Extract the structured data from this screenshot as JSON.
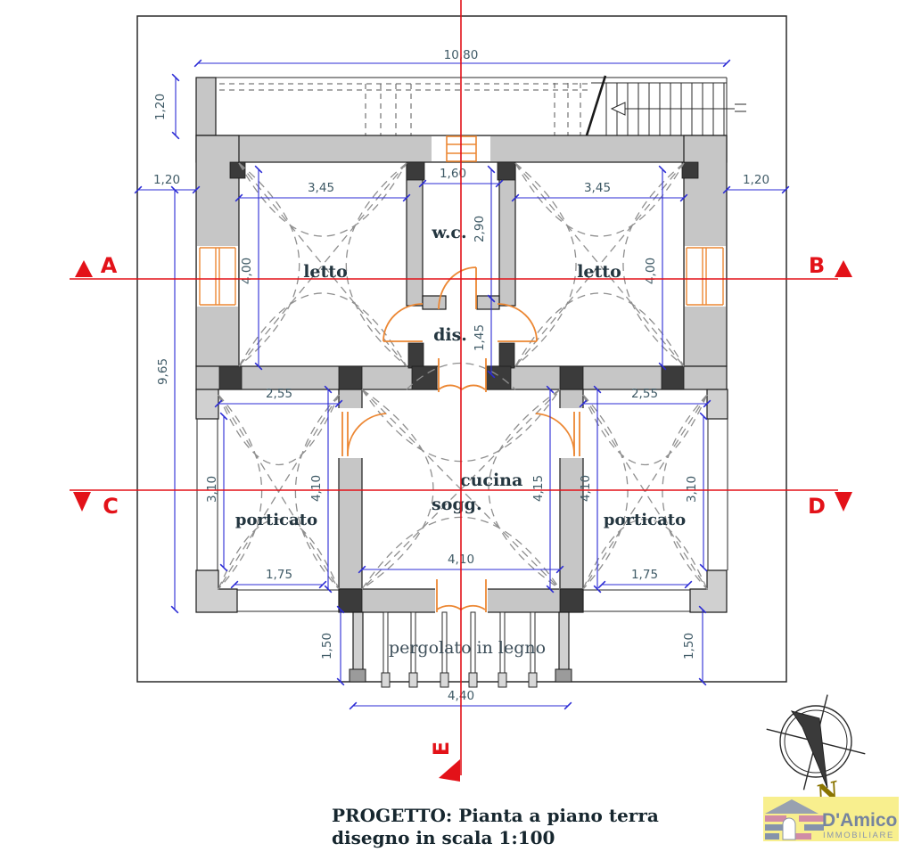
{
  "title_block": {
    "line1": "PROGETTO: Pianta a piano terra",
    "line2": "disegno in scala 1:100"
  },
  "sections": {
    "a": "A",
    "b": "B",
    "c": "C",
    "d": "D",
    "e": "E"
  },
  "rooms": {
    "letto_left": "letto",
    "letto_right": "letto",
    "wc": "w.c.",
    "dis": "dis.",
    "cucina_line1": "cucina",
    "cucina_line2": "sogg.",
    "porticato_left": "porticato",
    "porticato_right": "porticato",
    "pergolato": "pergolato in legno"
  },
  "dims": {
    "total_top": "10,80",
    "balcony_h": "1,20",
    "left_off": "1,20",
    "right_off": "1,20",
    "total_left": "9,65",
    "letto_l_w": "3,45",
    "wc_w": "1,60",
    "letto_r_w": "3,45",
    "wc_h": "2,90",
    "dis_h": "1,45",
    "letto_l_h": "4,00",
    "letto_r_h": "4,00",
    "port_l_w": "2,55",
    "port_r_w": "2,55",
    "port_l_h": "3,10",
    "port_r_h": "3,10",
    "port_l_full": "4,10",
    "port_r_full": "4,10",
    "cucina_h": "4,15",
    "cucina_w": "4,10",
    "port_l_col": "1,75",
    "port_r_col": "1,75",
    "perg_l": "1,50",
    "perg_r": "1,50",
    "perg_w": "4,40"
  },
  "compass": {
    "north": "N"
  },
  "logo": {
    "name": "D'Amico",
    "subtitle": "IMMOBILIARE"
  },
  "colors": {
    "section_red": "#e31219",
    "dimension_blue": "#2b2bd5",
    "fixture_orange": "#ec8733",
    "wall_gray": "#c6c6c6",
    "dash_gray": "#8f8f8f",
    "dim_text": "#3f5a66",
    "room_text": "#243640",
    "logo_yellow": "#f8ef8e",
    "logo_blue": "#76849e",
    "north_olive": "#8a7400"
  }
}
